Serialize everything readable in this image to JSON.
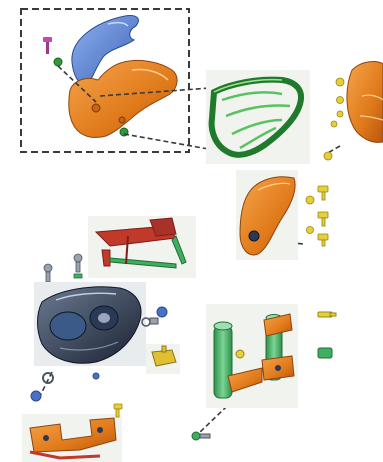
{
  "diagram": {
    "type": "exploded-parts-view",
    "parts": [
      {
        "name": "upper-trim-cover",
        "color": "#4a72c4"
      },
      {
        "name": "mounting-screw",
        "color": "#c04ab0"
      },
      {
        "name": "front-fairing-bracket",
        "color": "#e07a1a"
      },
      {
        "name": "headlight-mesh-frame",
        "color": "#2f9a3a"
      },
      {
        "name": "side-fairing-panel-right",
        "color": "#e07a1a"
      },
      {
        "name": "side-fairing-panel-lower",
        "color": "#e07a1a"
      },
      {
        "name": "mounting-rack",
        "color": "#c0392b"
      },
      {
        "name": "headlight-assembly",
        "color": "#2a3a55"
      },
      {
        "name": "fork-tube-left",
        "color": "#3fae5f"
      },
      {
        "name": "fork-tube-right",
        "color": "#3fae5f"
      },
      {
        "name": "lower-bracket",
        "color": "#e07a1a"
      },
      {
        "name": "turn-signal-connector",
        "color": "#e0c030"
      }
    ],
    "hardware_color": "#e6cf3a",
    "leader_line_color": "#3a3a3a",
    "callout_box_style": "dashed"
  }
}
